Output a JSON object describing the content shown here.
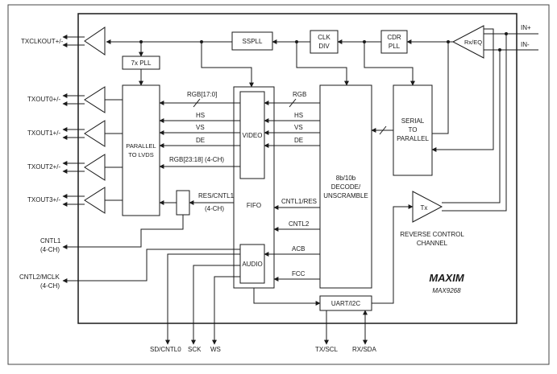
{
  "pins": {
    "txclkout": "TXCLKOUT+/-",
    "txout0": "TXOUT0+/-",
    "txout1": "TXOUT1+/-",
    "txout2": "TXOUT2+/-",
    "txout3": "TXOUT3+/-",
    "cntl1_a": "CNTL1",
    "cntl1_b": "(4-CH)",
    "cntl2_a": "CNTL2/MCLK",
    "cntl2_b": "(4-CH)",
    "in_p": "IN+",
    "in_n": "IN-",
    "sd": "SD/CNTL0",
    "sck": "SCK",
    "ws": "WS",
    "txscl": "TX/SCL",
    "rxsda": "RX/SDA"
  },
  "blocks": {
    "sspll": "SSPLL",
    "clkdiv_a": "CLK",
    "clkdiv_b": "DIV",
    "cdrpll_a": "CDR",
    "cdrpll_b": "PLL",
    "rxeq": "Rx/EQ",
    "pll7x": "7x PLL",
    "par_lvds_a": "PARALLEL",
    "par_lvds_b": "TO LVDS",
    "video": "VIDEO",
    "fifo": "FIFO",
    "audio": "AUDIO",
    "decode_a": "8b/10b",
    "decode_b": "DECODE/",
    "decode_c": "UNSCRAMBLE",
    "ser_a": "SERIAL",
    "ser_b": "TO",
    "ser_c": "PARALLEL",
    "tx": "Tx",
    "uart": "UART/I2C"
  },
  "signals": {
    "rgb_out": "RGB[17:0]",
    "hs_out": "HS",
    "vs_out": "VS",
    "de_out": "DE",
    "rgb2318": "RGB[23:18] (4-CH)",
    "res_cntl1_a": "RES/CNTL1",
    "res_cntl1_b": "(4-CH)",
    "rgb_in": "RGB",
    "hs_in": "HS",
    "vs_in": "VS",
    "de_in": "DE",
    "cntl1res": "CNTL1/RES",
    "cntl2": "CNTL2",
    "acb": "ACB",
    "fcc": "FCC"
  },
  "notes": {
    "reverse_a": "REVERSE CONTROL",
    "reverse_b": "CHANNEL",
    "logo": "MAXIM",
    "part": "MAX9268"
  }
}
